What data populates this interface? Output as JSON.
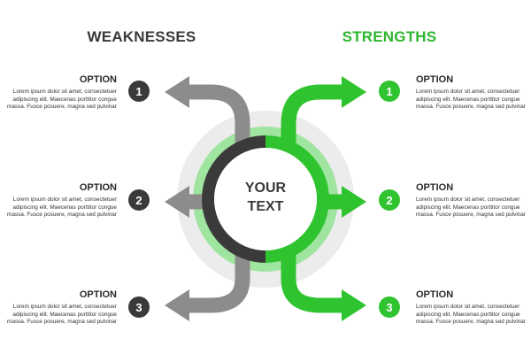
{
  "headings": {
    "weaknesses": "WEAKNESSES",
    "strengths": "STRENGTHS"
  },
  "center": {
    "line1": "YOUR",
    "line2": "TEXT"
  },
  "weaknesses": [
    {
      "number": "1",
      "title": "OPTION",
      "lines": [
        "Lorem ipsum dolor sit amet, consectetuer",
        "adipiscing elit. Maecenas porttitor congue",
        "massa. Fusce posuere, magna sed pulvinar"
      ]
    },
    {
      "number": "2",
      "title": "OPTION",
      "lines": [
        "Lorem ipsum dolor sit amet, consectetuer",
        "adipiscing elit. Maecenas porttitor congue",
        "massa. Fusce posuere, magna sed pulvinar"
      ]
    },
    {
      "number": "3",
      "title": "OPTION",
      "lines": [
        "Lorem ipsum dolor sit amet, consectetuer",
        "adipiscing elit. Maecenas porttitor congue",
        "massa. Fusce posuere, magna sed pulvinar"
      ]
    }
  ],
  "strengths": [
    {
      "number": "1",
      "title": "OPTION",
      "lines": [
        "Lorem ipsum dolor sit amet, consectetuer",
        "adipiscing elit. Maecenas porttitor congue",
        "massa. Fusce posuere, magna sed pulvinar"
      ]
    },
    {
      "number": "2",
      "title": "OPTION",
      "lines": [
        "Lorem ipsum dolor sit amet, consectetuer",
        "adipiscing elit. Maecenas porttitor congue",
        "massa. Fusce posuere, magna sed pulvinar"
      ]
    },
    {
      "number": "3",
      "title": "OPTION",
      "lines": [
        "Lorem ipsum dolor sit amet, consectetuer",
        "adipiscing elit. Maecenas porttitor congue",
        "massa. Fusce posuere, magna sed pulvinar"
      ]
    }
  ],
  "colors": {
    "weak_accent": "#3a3a3a",
    "weak_arrow": "#8c8c8c",
    "strong_accent": "#2fc42f",
    "strong_arrow": "#2fc42f",
    "ring_outer": "#ececec",
    "ring_inner": "#9fe49f"
  }
}
